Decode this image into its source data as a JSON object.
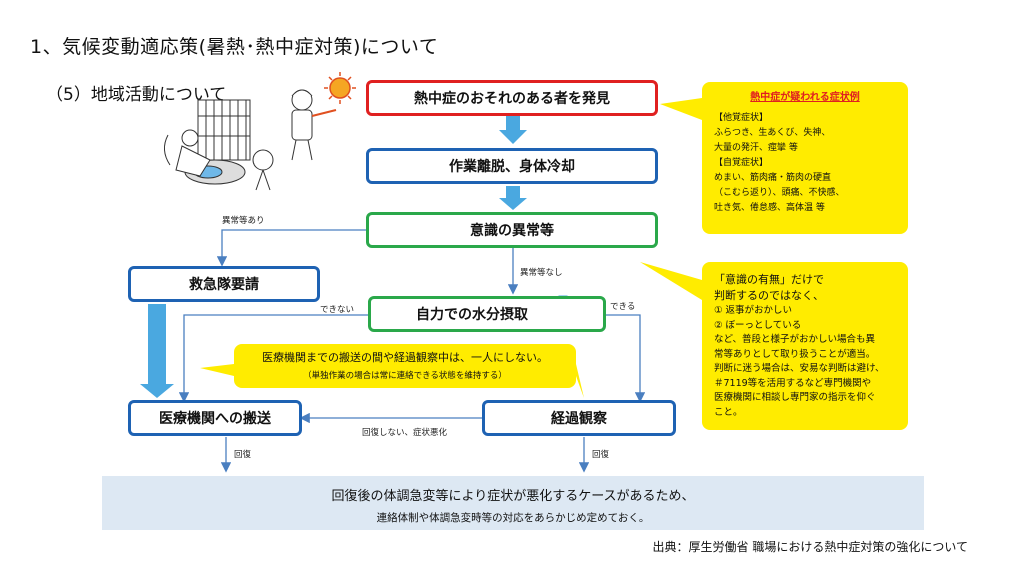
{
  "title": "1、気候変動適応策(暑熱･熱中症対策)について",
  "subtitle": "（5）地域活動について",
  "boxes": {
    "discover": "熱中症のおそれのある者を発見",
    "leave": "作業離脱、身体冷却",
    "conscious": "意識の異常等",
    "ambulance": "救急隊要請",
    "water": "自力での水分摂取",
    "hospital": "医療機関への搬送",
    "observe": "経過観察"
  },
  "labels": {
    "abnormal_yes": "異常等あり",
    "abnormal_no": "異常等なし",
    "cannot": "できない",
    "can": "できる",
    "worse": "回復しない、症状悪化",
    "recover_left": "回復",
    "recover_right": "回復"
  },
  "monitor": {
    "line1": "医療機関までの搬送の間や経過観察中は、一人にしない。",
    "line2": "（単独作業の場合は常に連絡できる状態を維持する）"
  },
  "symptoms": {
    "title": "熱中症が疑われる症状例",
    "other_head": "【他覚症状】",
    "other_1": "ふらつき、生あくび、失神、",
    "other_2": "大量の発汗、痙攣 等",
    "self_head": "【自覚症状】",
    "self_1": "めまい、筋肉痛・筋肉の硬直",
    "self_2": "（こむら返り）、頭痛、不快感、",
    "self_3": "吐き気、倦怠感、高体温 等"
  },
  "judgement": {
    "l1": "「意識の有無」だけで",
    "l2": "判断するのではなく、",
    "l3": "① 返事がおかしい",
    "l4": "② ぼーっとしている",
    "l5": "など、普段と様子がおかしい場合も異",
    "l6": "常等ありとして取り扱うことが適当。",
    "l7": "判断に迷う場合は、安易な判断は避け、",
    "l8": "＃7119等を活用するなど専門機関や",
    "l9": "医療機関に相談し専門家の指示を仰ぐ",
    "l10": "こと。"
  },
  "band": {
    "line1": "回復後の体調急変等により症状が悪化するケースがあるため、",
    "line2": "連絡体制や体調急変時等の対応をあらかじめ定めておく。"
  },
  "source": "出典：厚生労働省 職場における熱中症対策の強化について",
  "colors": {
    "blue": "#1e62b3",
    "green": "#2aa84a",
    "red": "#e02020",
    "arrow": "#4aa8e0",
    "yellow": "#ffec00",
    "band": "#dde8f3"
  }
}
